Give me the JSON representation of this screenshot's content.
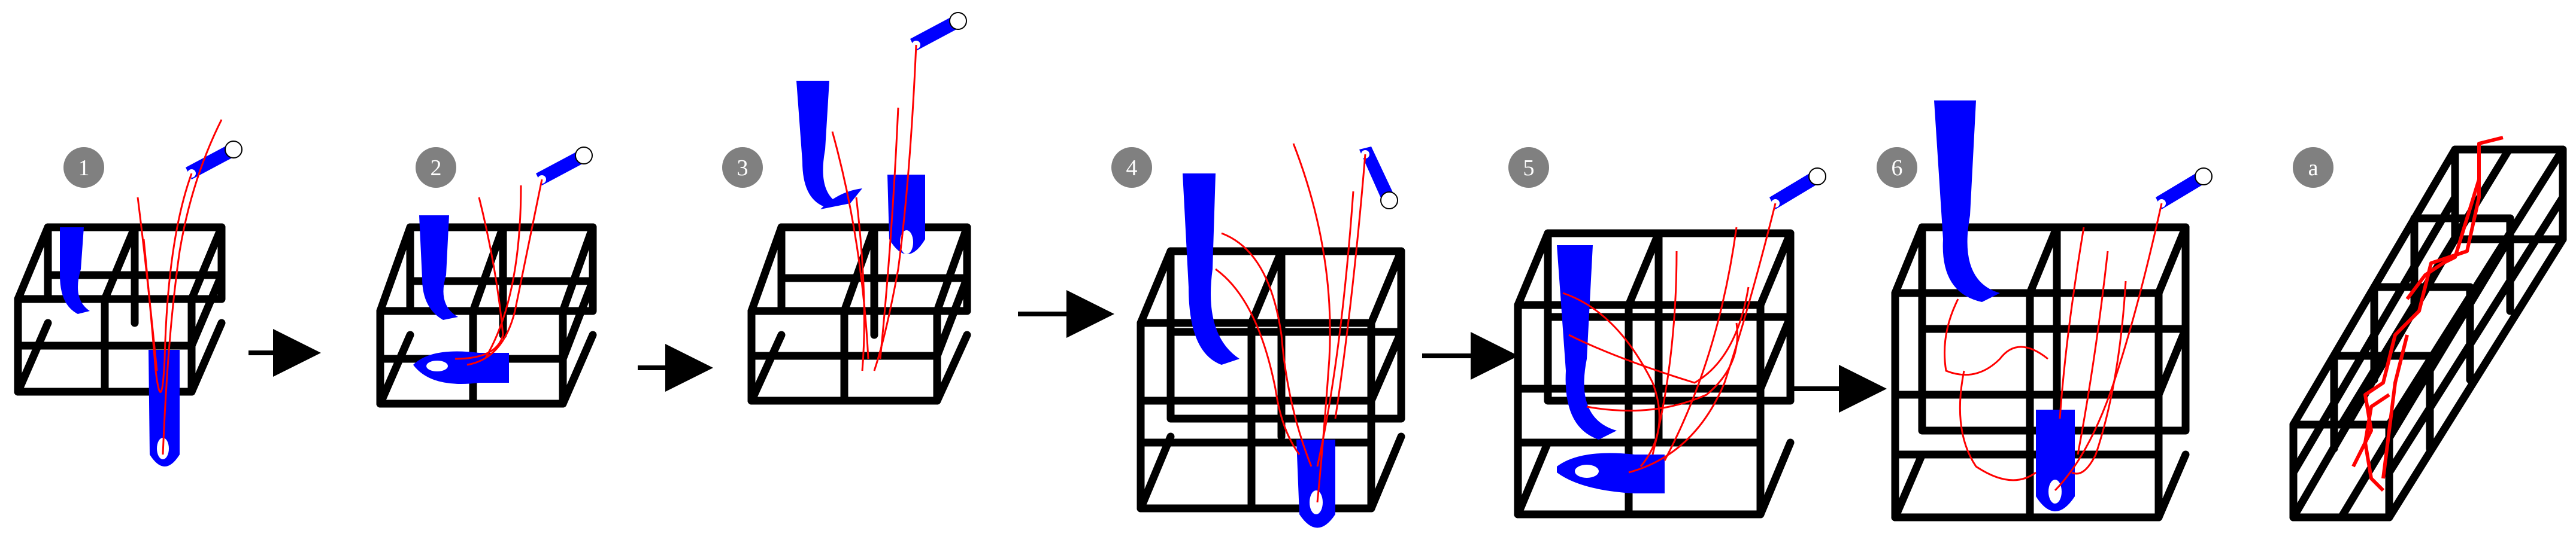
{
  "diagram": {
    "colors": {
      "frame": "#000000",
      "needle": "#0000ff",
      "thread": "#ff0000",
      "badge": "#808080",
      "badge_text": "#ffffff"
    },
    "steps": [
      {
        "label": "1"
      },
      {
        "label": "2"
      },
      {
        "label": "3"
      },
      {
        "label": "4"
      },
      {
        "label": "5"
      },
      {
        "label": "6"
      },
      {
        "label": "a"
      }
    ]
  }
}
